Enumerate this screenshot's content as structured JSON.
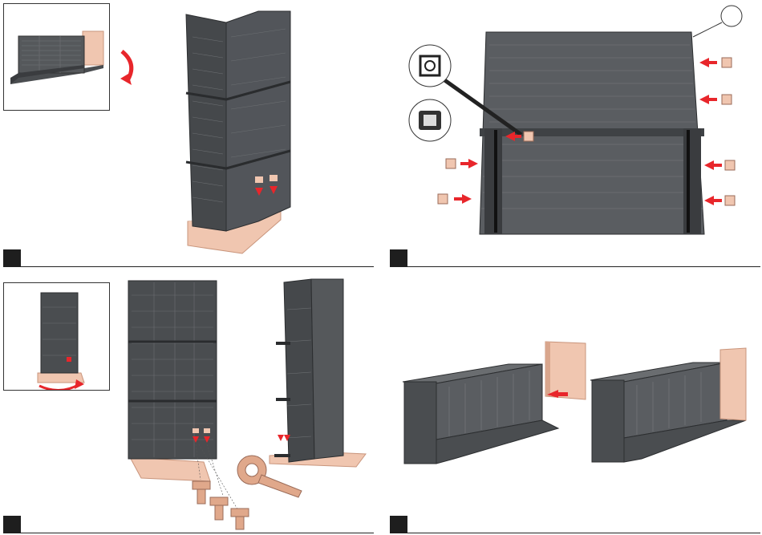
{
  "steps": [
    {
      "id": "step-top-left"
    },
    {
      "id": "step-top-right"
    },
    {
      "id": "step-bottom-left"
    },
    {
      "id": "step-bottom-right"
    }
  ],
  "colors": {
    "panel_gray": "#4a4d50",
    "panel_dark": "#3a3c3f",
    "base_pink": "#f0c6b0",
    "base_pink_dark": "#d9a68d",
    "arrow_red": "#e8262b",
    "frame": "#333333",
    "badge": "#1e1e1e"
  },
  "icons": {
    "rotate_arrow": "rotate-arrow-icon",
    "push_arrow": "push-arrow-icon",
    "wrench": "wrench-icon",
    "screw": "screw-icon",
    "clip": "clip-icon"
  }
}
